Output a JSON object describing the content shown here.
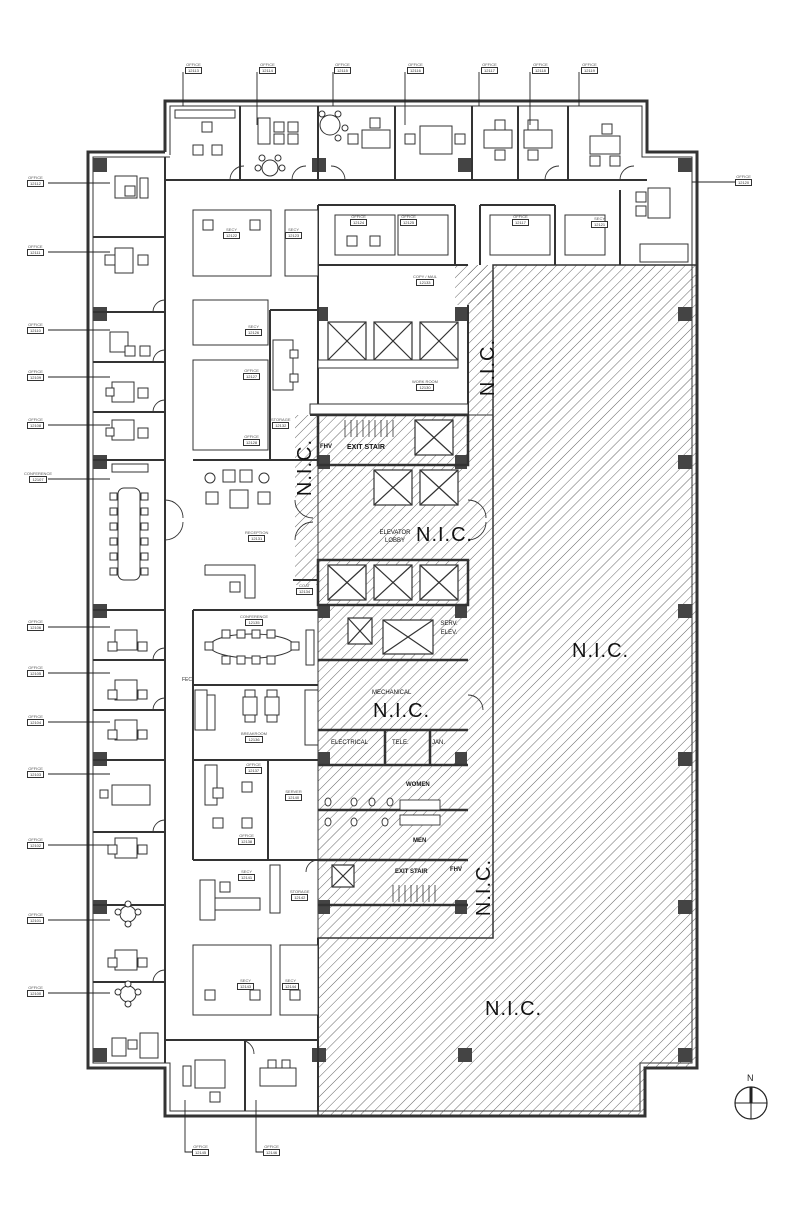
{
  "drawing": {
    "type": "architectural floor plan",
    "north_arrow_label": "N",
    "not_in_contract_label": "N.I.C."
  },
  "room_tags": {
    "top_offices": [
      {
        "label": "OFFICE",
        "number": "12113"
      },
      {
        "label": "OFFICE",
        "number": "12114"
      },
      {
        "label": "OFFICE",
        "number": "12115"
      },
      {
        "label": "OFFICE",
        "number": "12116"
      },
      {
        "label": "OFFICE",
        "number": "12117"
      },
      {
        "label": "OFFICE",
        "number": "12118"
      },
      {
        "label": "OFFICE",
        "number": "12119"
      }
    ],
    "right_office": {
      "label": "OFFICE",
      "number": "12120"
    },
    "left_side": [
      {
        "label": "OFFICE",
        "number": "12112"
      },
      {
        "label": "OFFICE",
        "number": "12111"
      },
      {
        "label": "OFFICE",
        "number": "12110"
      },
      {
        "label": "OFFICE",
        "number": "12109"
      },
      {
        "label": "OFFICE",
        "number": "12108"
      },
      {
        "label": "CONFERENCE",
        "number": "12107"
      },
      {
        "label": "OFFICE",
        "number": "12106"
      },
      {
        "label": "OFFICE",
        "number": "12105"
      },
      {
        "label": "OFFICE",
        "number": "12104"
      },
      {
        "label": "OFFICE",
        "number": "12103"
      },
      {
        "label": "OFFICE",
        "number": "12102"
      },
      {
        "label": "OFFICE",
        "number": "12101"
      },
      {
        "label": "OFFICE",
        "number": "12100"
      }
    ],
    "bottom_offices": [
      {
        "label": "OFFICE",
        "number": "12145"
      },
      {
        "label": "OFFICE",
        "number": "12146"
      }
    ],
    "interior": {
      "secy_1": {
        "label": "SECY",
        "number": "12122"
      },
      "secy_2": {
        "label": "SECY",
        "number": "12123"
      },
      "office_a": {
        "label": "OFFICE",
        "number": "12124"
      },
      "office_b": {
        "label": "OFFICE",
        "number": "12125"
      },
      "copy_mail": {
        "label": "COPY / MAIL",
        "number": "12133"
      },
      "secy_right": {
        "label": "SECY",
        "number": "12121"
      },
      "secy_3": {
        "label": "SECY",
        "number": "12126"
      },
      "office_c": {
        "label": "OFFICE",
        "number": "12127"
      },
      "office_d": {
        "label": "OFFICE",
        "number": "12128"
      },
      "storage_1": {
        "label": "STORAGE",
        "number": "12132"
      },
      "work_room": {
        "label": "WORK ROOM",
        "number": "12130"
      },
      "reception": {
        "label": "RECEPTION",
        "number": "12131"
      },
      "coat": {
        "label": "COAT",
        "number": "12134"
      },
      "conference": {
        "label": "CONFERENCE",
        "number": "12135"
      },
      "breakroom": {
        "label": "BREAKROOM",
        "number": "12136"
      },
      "fec": {
        "label": "FEC"
      },
      "office_e": {
        "label": "OFFICE",
        "number": "12137"
      },
      "office_f": {
        "label": "OFFICE",
        "number": "12138"
      },
      "server": {
        "label": "SERVER",
        "number": "12140"
      },
      "secy_4": {
        "label": "SECY",
        "number": "12141"
      },
      "storage_2": {
        "label": "STORAGE",
        "number": "12142"
      },
      "secy_5": {
        "label": "SECY",
        "number": "12143"
      },
      "secy_6": {
        "label": "SECY",
        "number": "12144"
      }
    }
  },
  "core_labels": {
    "fhv_top": "FHV",
    "exit_stair_top": "EXIT STAIR",
    "elevator_lobby": "ELEVATOR LOBBY",
    "serv_elev": "SERV. ELEV.",
    "mechanical": "MECHANICAL",
    "electrical": "ELECTRICAL",
    "tele": "TELE.",
    "jan": "JAN.",
    "women": "WOMEN",
    "men": "MEN",
    "exit_stair_bottom": "EXIT STAIR",
    "fhv_bottom": "FHV"
  },
  "colors": {
    "line": "#333333",
    "hatch": "#555555",
    "column": "#444444",
    "background": "#ffffff"
  }
}
